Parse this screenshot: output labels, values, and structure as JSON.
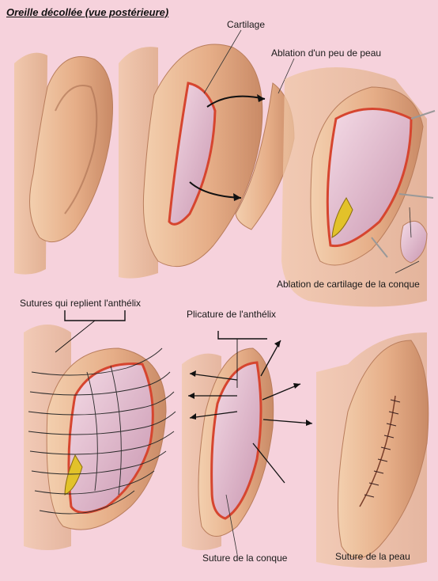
{
  "title": "Oreille décollée (vue postérieure)",
  "labels": {
    "cartilage": "Cartilage",
    "skin_removal": "Ablation d'un peu de peau",
    "concha_cartilage_removal": "Ablation de cartilage de la conque",
    "antihelix_sutures": "Sutures qui replient l'anthélix",
    "antihelix_plication": "Plicature de l'anthélix",
    "concha_suture": "Suture de la conque",
    "skin_suture": "Suture de la peau"
  },
  "colors": {
    "background": "#f6d2dc",
    "skin": "#e9b48f",
    "skin_shadow": "#c98a66",
    "cartilage": "#e8c3d4",
    "incision": "#d6452f",
    "fat": "#e2c22a"
  }
}
